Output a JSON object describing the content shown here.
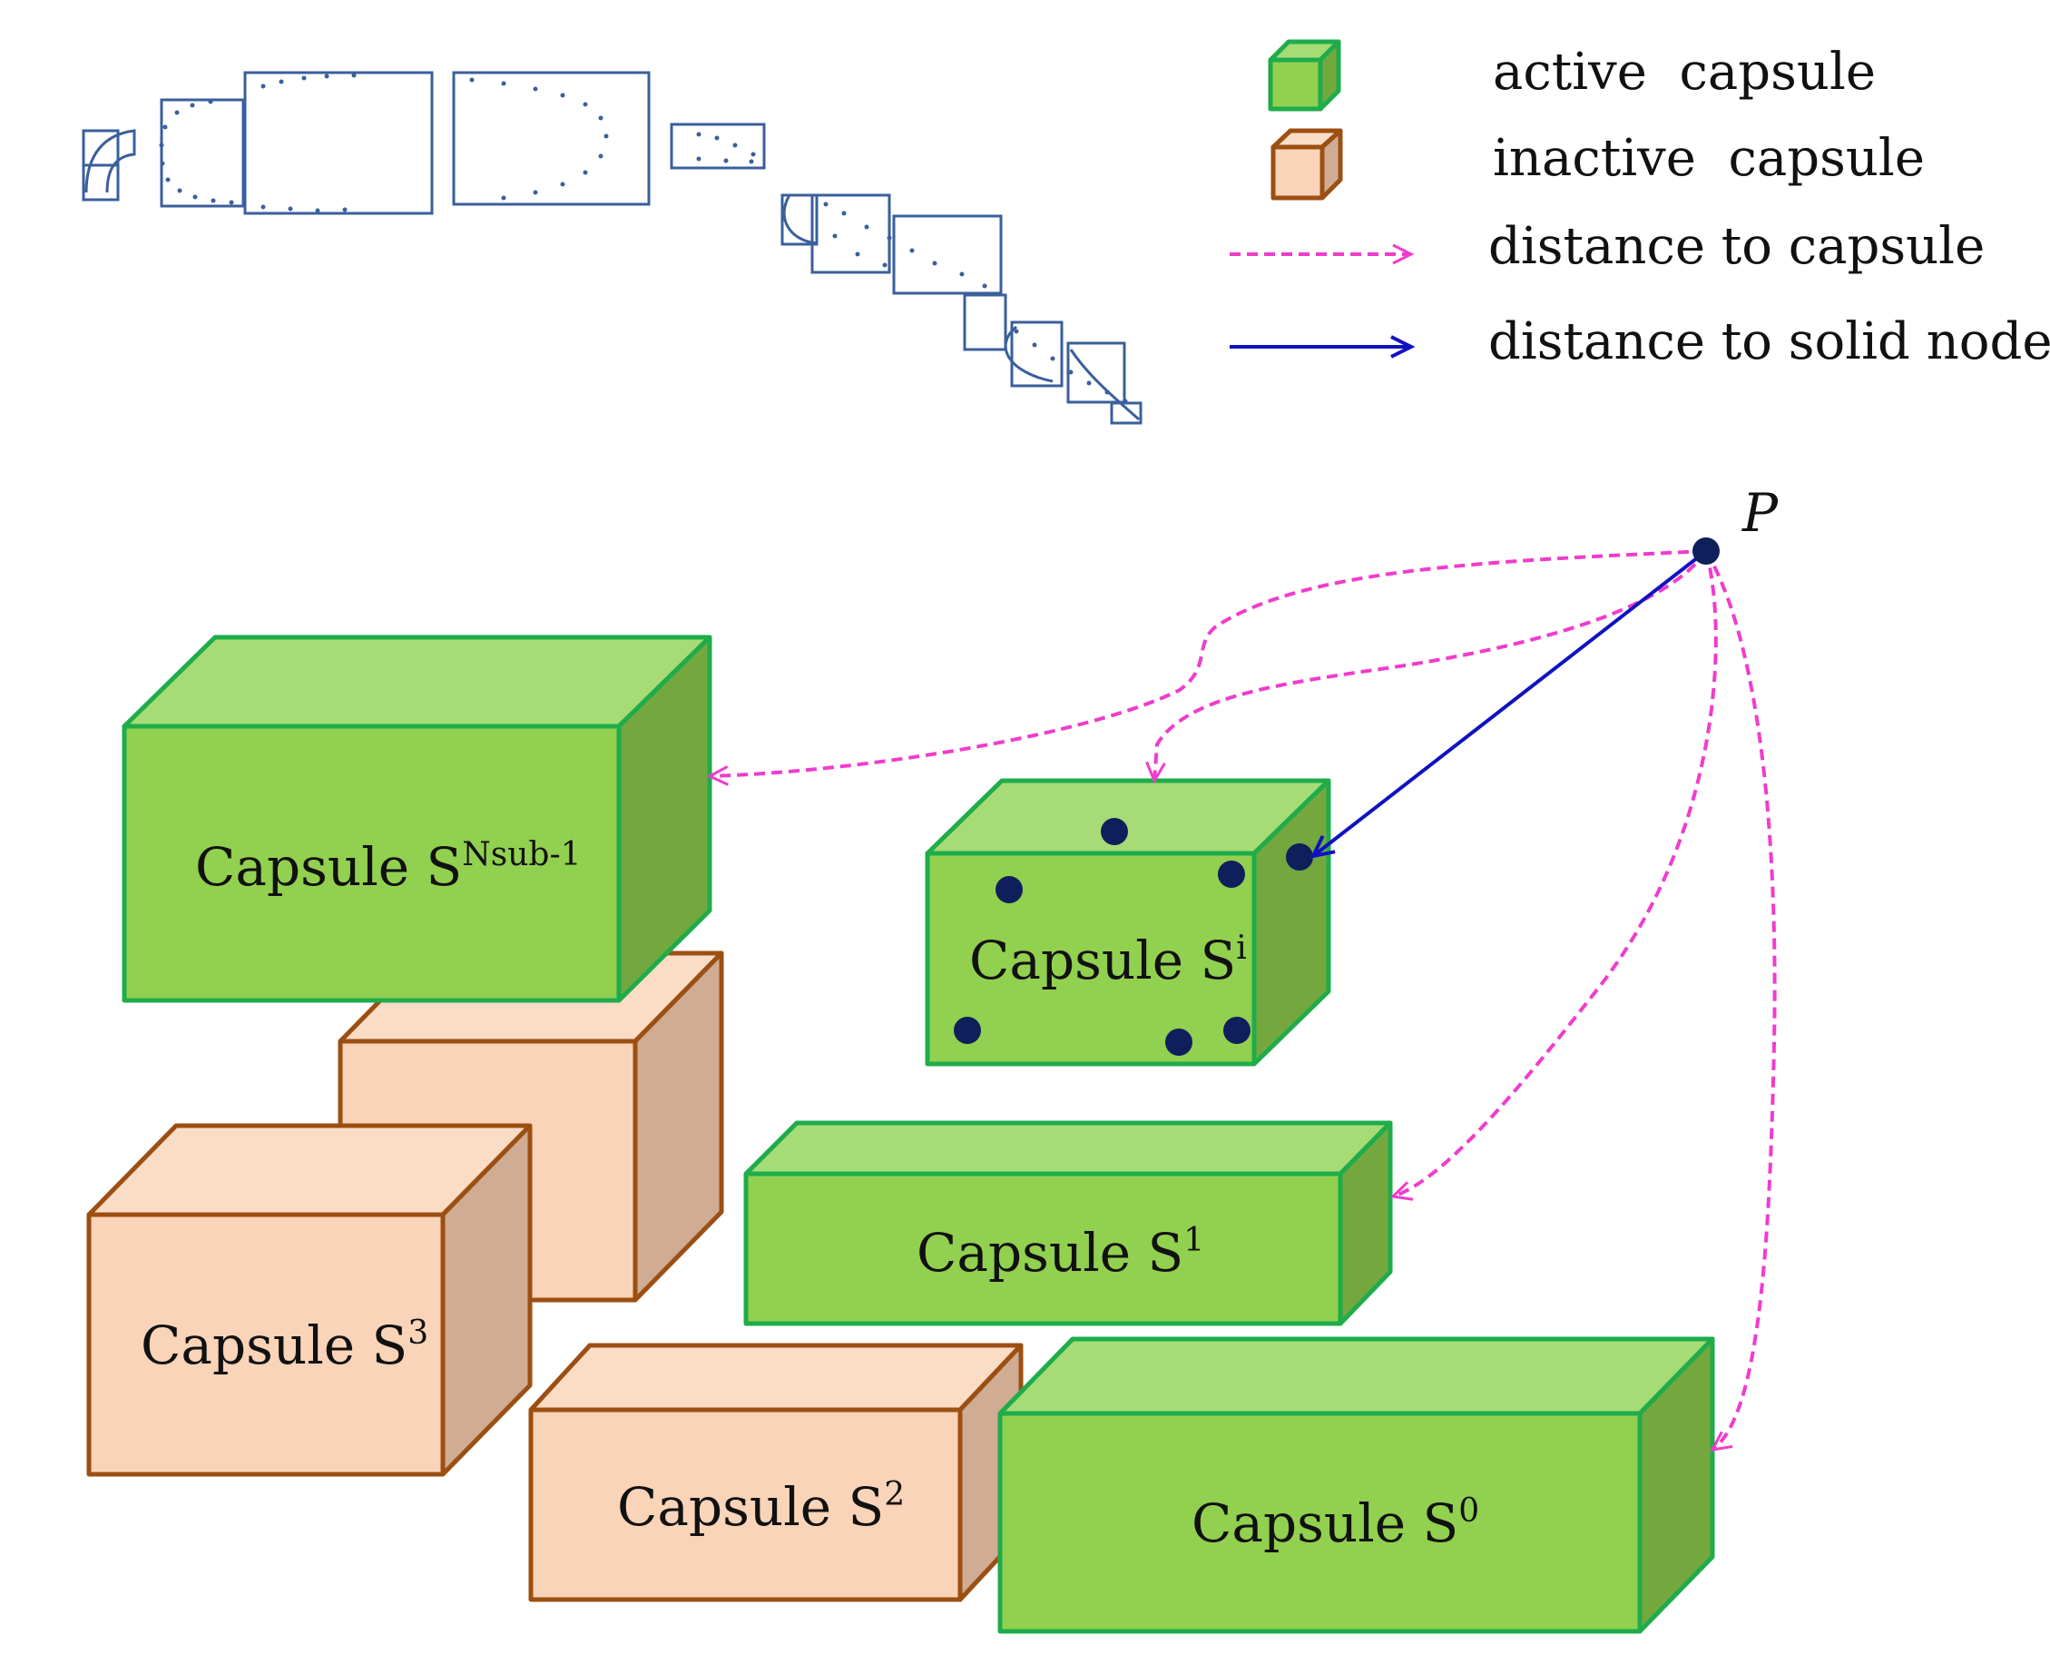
{
  "colors": {
    "active_front": "#92d050",
    "active_top": "#a6db76",
    "active_side": "#74a83f",
    "active_stroke": "#1fac4b",
    "inactive_front": "#fad4b8",
    "inactive_top": "#fbdcc5",
    "inactive_side": "#cfac93",
    "inactive_stroke": "#9c4f12",
    "capsule_arrow": "#f03ccc",
    "node_arrow": "#1012c0",
    "node_dot": "#0f1f5c",
    "sketch_line": "#3a5f9c"
  },
  "legend": {
    "active": "active  capsule",
    "inactive": "inactive  capsule",
    "capsule_distance": "distance to capsule",
    "node_distance": "distance to solid node"
  },
  "point_label": "P",
  "capsules": {
    "s_nsub": {
      "text": "Capsule S",
      "sup": "Nsub-1",
      "state": "active"
    },
    "s_i": {
      "text": "Capsule S",
      "sup": "i",
      "state": "active"
    },
    "s_1": {
      "text": "Capsule S",
      "sup": "1",
      "state": "active"
    },
    "s_0": {
      "text": "Capsule S",
      "sup": "0",
      "state": "active"
    },
    "s_3": {
      "text": "Capsule S",
      "sup": "3",
      "state": "inactive"
    },
    "s_2": {
      "text": "Capsule S",
      "sup": "2",
      "state": "inactive"
    },
    "s_hidden": {
      "state": "inactive"
    }
  }
}
